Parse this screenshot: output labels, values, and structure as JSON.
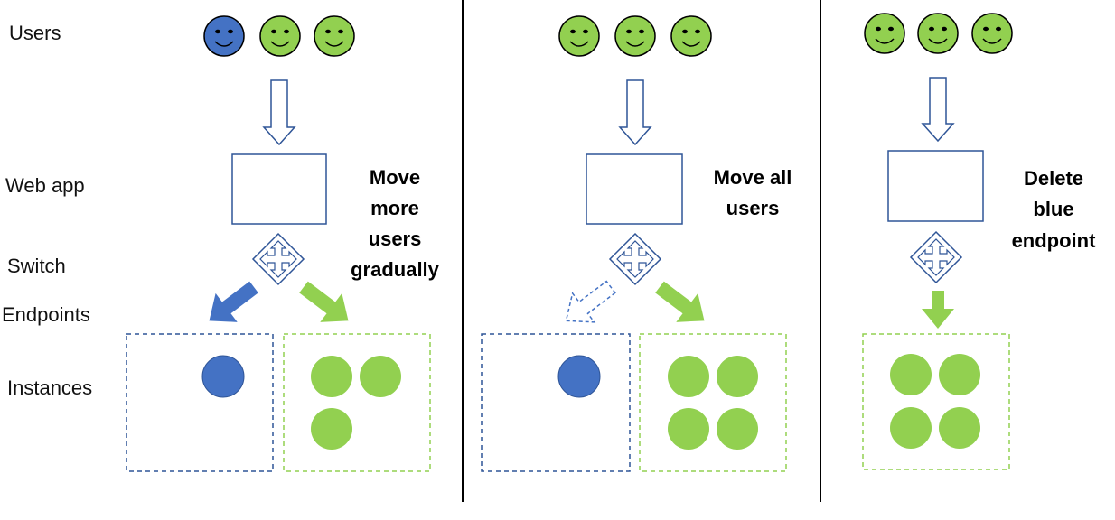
{
  "row_labels": {
    "users": "Users",
    "web_app": "Web app",
    "switch": "Switch",
    "endpoints": "Endpoints",
    "instances": "Instances"
  },
  "colors": {
    "blue": "#4472C4",
    "green": "#92D050",
    "outline": "#2F5597",
    "divider": "#000000",
    "face_outline": "#000000"
  },
  "panels": [
    {
      "caption_lines": [
        "Move",
        "more",
        "users",
        "gradually"
      ],
      "users": [
        "blue",
        "green",
        "green"
      ],
      "endpoint_arrows": [
        "blue-solid",
        "green-solid"
      ],
      "blue_instances": 1,
      "green_instances": 3
    },
    {
      "caption_lines": [
        "Move all",
        "users"
      ],
      "users": [
        "green",
        "green",
        "green"
      ],
      "endpoint_arrows": [
        "blue-dashed",
        "green-solid"
      ],
      "blue_instances": 1,
      "green_instances": 4
    },
    {
      "caption_lines": [
        "Delete",
        "blue",
        "endpoint"
      ],
      "users": [
        "green",
        "green",
        "green"
      ],
      "endpoint_arrows": [
        "green-down"
      ],
      "blue_instances": 0,
      "green_instances": 4
    }
  ]
}
